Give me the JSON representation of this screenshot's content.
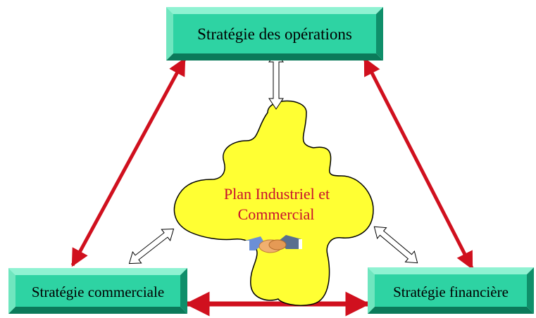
{
  "boxes": {
    "operations": {
      "label": "Stratégie des opérations"
    },
    "commerciale": {
      "label": "Stratégie commerciale"
    },
    "financiere": {
      "label": "Stratégie financière"
    }
  },
  "center": {
    "line1": "Plan Industriel et",
    "line2": "Commercial",
    "icon": "handshake-icon"
  },
  "colors": {
    "box_face": "#2ed3a3",
    "box_edge_dark": "#0f8f6a",
    "box_edge_light": "#8ff2d2",
    "arrow_red": "#d0101e",
    "cloud_fill": "#ffff33",
    "center_text": "#c8102e"
  }
}
